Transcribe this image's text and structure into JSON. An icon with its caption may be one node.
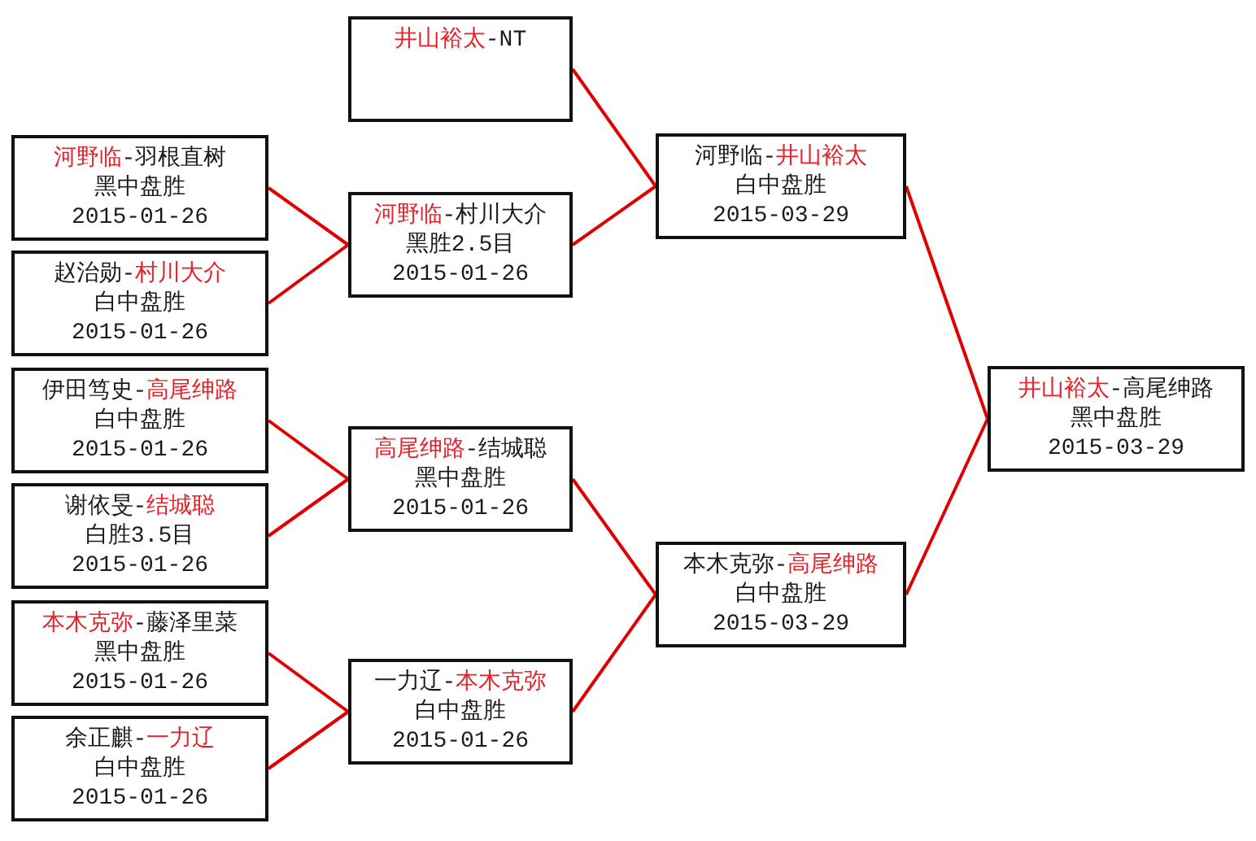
{
  "diagram": {
    "nodes": [
      {
        "text": [
          "**河野临**-羽根直树",
          "黑中盘胜",
          "2015-01-26"
        ]
      },
      {
        "text": [
          "赵治勋-**村川大介**",
          "白中盘胜",
          "2015-01-26"
        ]
      },
      {
        "text": [
          "伊田笃史-**高尾绅路**",
          "白中盘胜",
          "2015-01-26"
        ]
      },
      {
        "text": [
          "谢依旻-**结城聪**",
          "白胜3.5目",
          "2015-01-26"
        ]
      },
      {
        "text": [
          "**本木克弥**-藤泽里菜",
          "黑中盘胜",
          "2015-01-26"
        ]
      },
      {
        "text": [
          "余正麒-**一力辽**",
          "白中盘胜",
          "2015-01-26"
        ]
      },
      {
        "text": [
          "**井山裕太**-NT"
        ]
      },
      {
        "text": [
          "**河野临**-村川大介",
          "黑胜2.5目",
          "2015-01-26"
        ]
      },
      {
        "text": [
          "**高尾绅路**-结城聪",
          "黑中盘胜",
          "2015-01-26"
        ]
      },
      {
        "text": [
          "一力辽-**本木克弥**",
          "白中盘胜",
          "2015-01-26"
        ]
      },
      {
        "text": [
          "河野临-**井山裕太**",
          "白中盘胜",
          "2015-03-29"
        ]
      },
      {
        "text": [
          "本木克弥-**高尾绅路**",
          "白中盘胜",
          "2015-03-29"
        ]
      },
      {
        "text": [
          "**井山裕太**-高尾绅路",
          "黑中盘胜",
          "2015-03-29"
        ]
      }
    ],
    "edges": [
      {
        "from": 0,
        "to": 7,
        "arrow": "none"
      },
      {
        "from": 1,
        "to": 7,
        "arrow": "none"
      },
      {
        "from": 2,
        "to": 8,
        "arrow": "none"
      },
      {
        "from": 3,
        "to": 8,
        "arrow": "none"
      },
      {
        "from": 4,
        "to": 9,
        "arrow": "none"
      },
      {
        "from": 5,
        "to": 9,
        "arrow": "none"
      },
      {
        "from": 6,
        "to": 10,
        "arrow": "none"
      },
      {
        "from": 7,
        "to": 10,
        "arrow": "none"
      },
      {
        "from": 8,
        "to": 11,
        "arrow": "none"
      },
      {
        "from": 9,
        "to": 11,
        "arrow": "none"
      },
      {
        "from": 10,
        "to": 12,
        "arrow": "none"
      },
      {
        "from": 11,
        "to": 12,
        "arrow": "none"
      }
    ]
  }
}
